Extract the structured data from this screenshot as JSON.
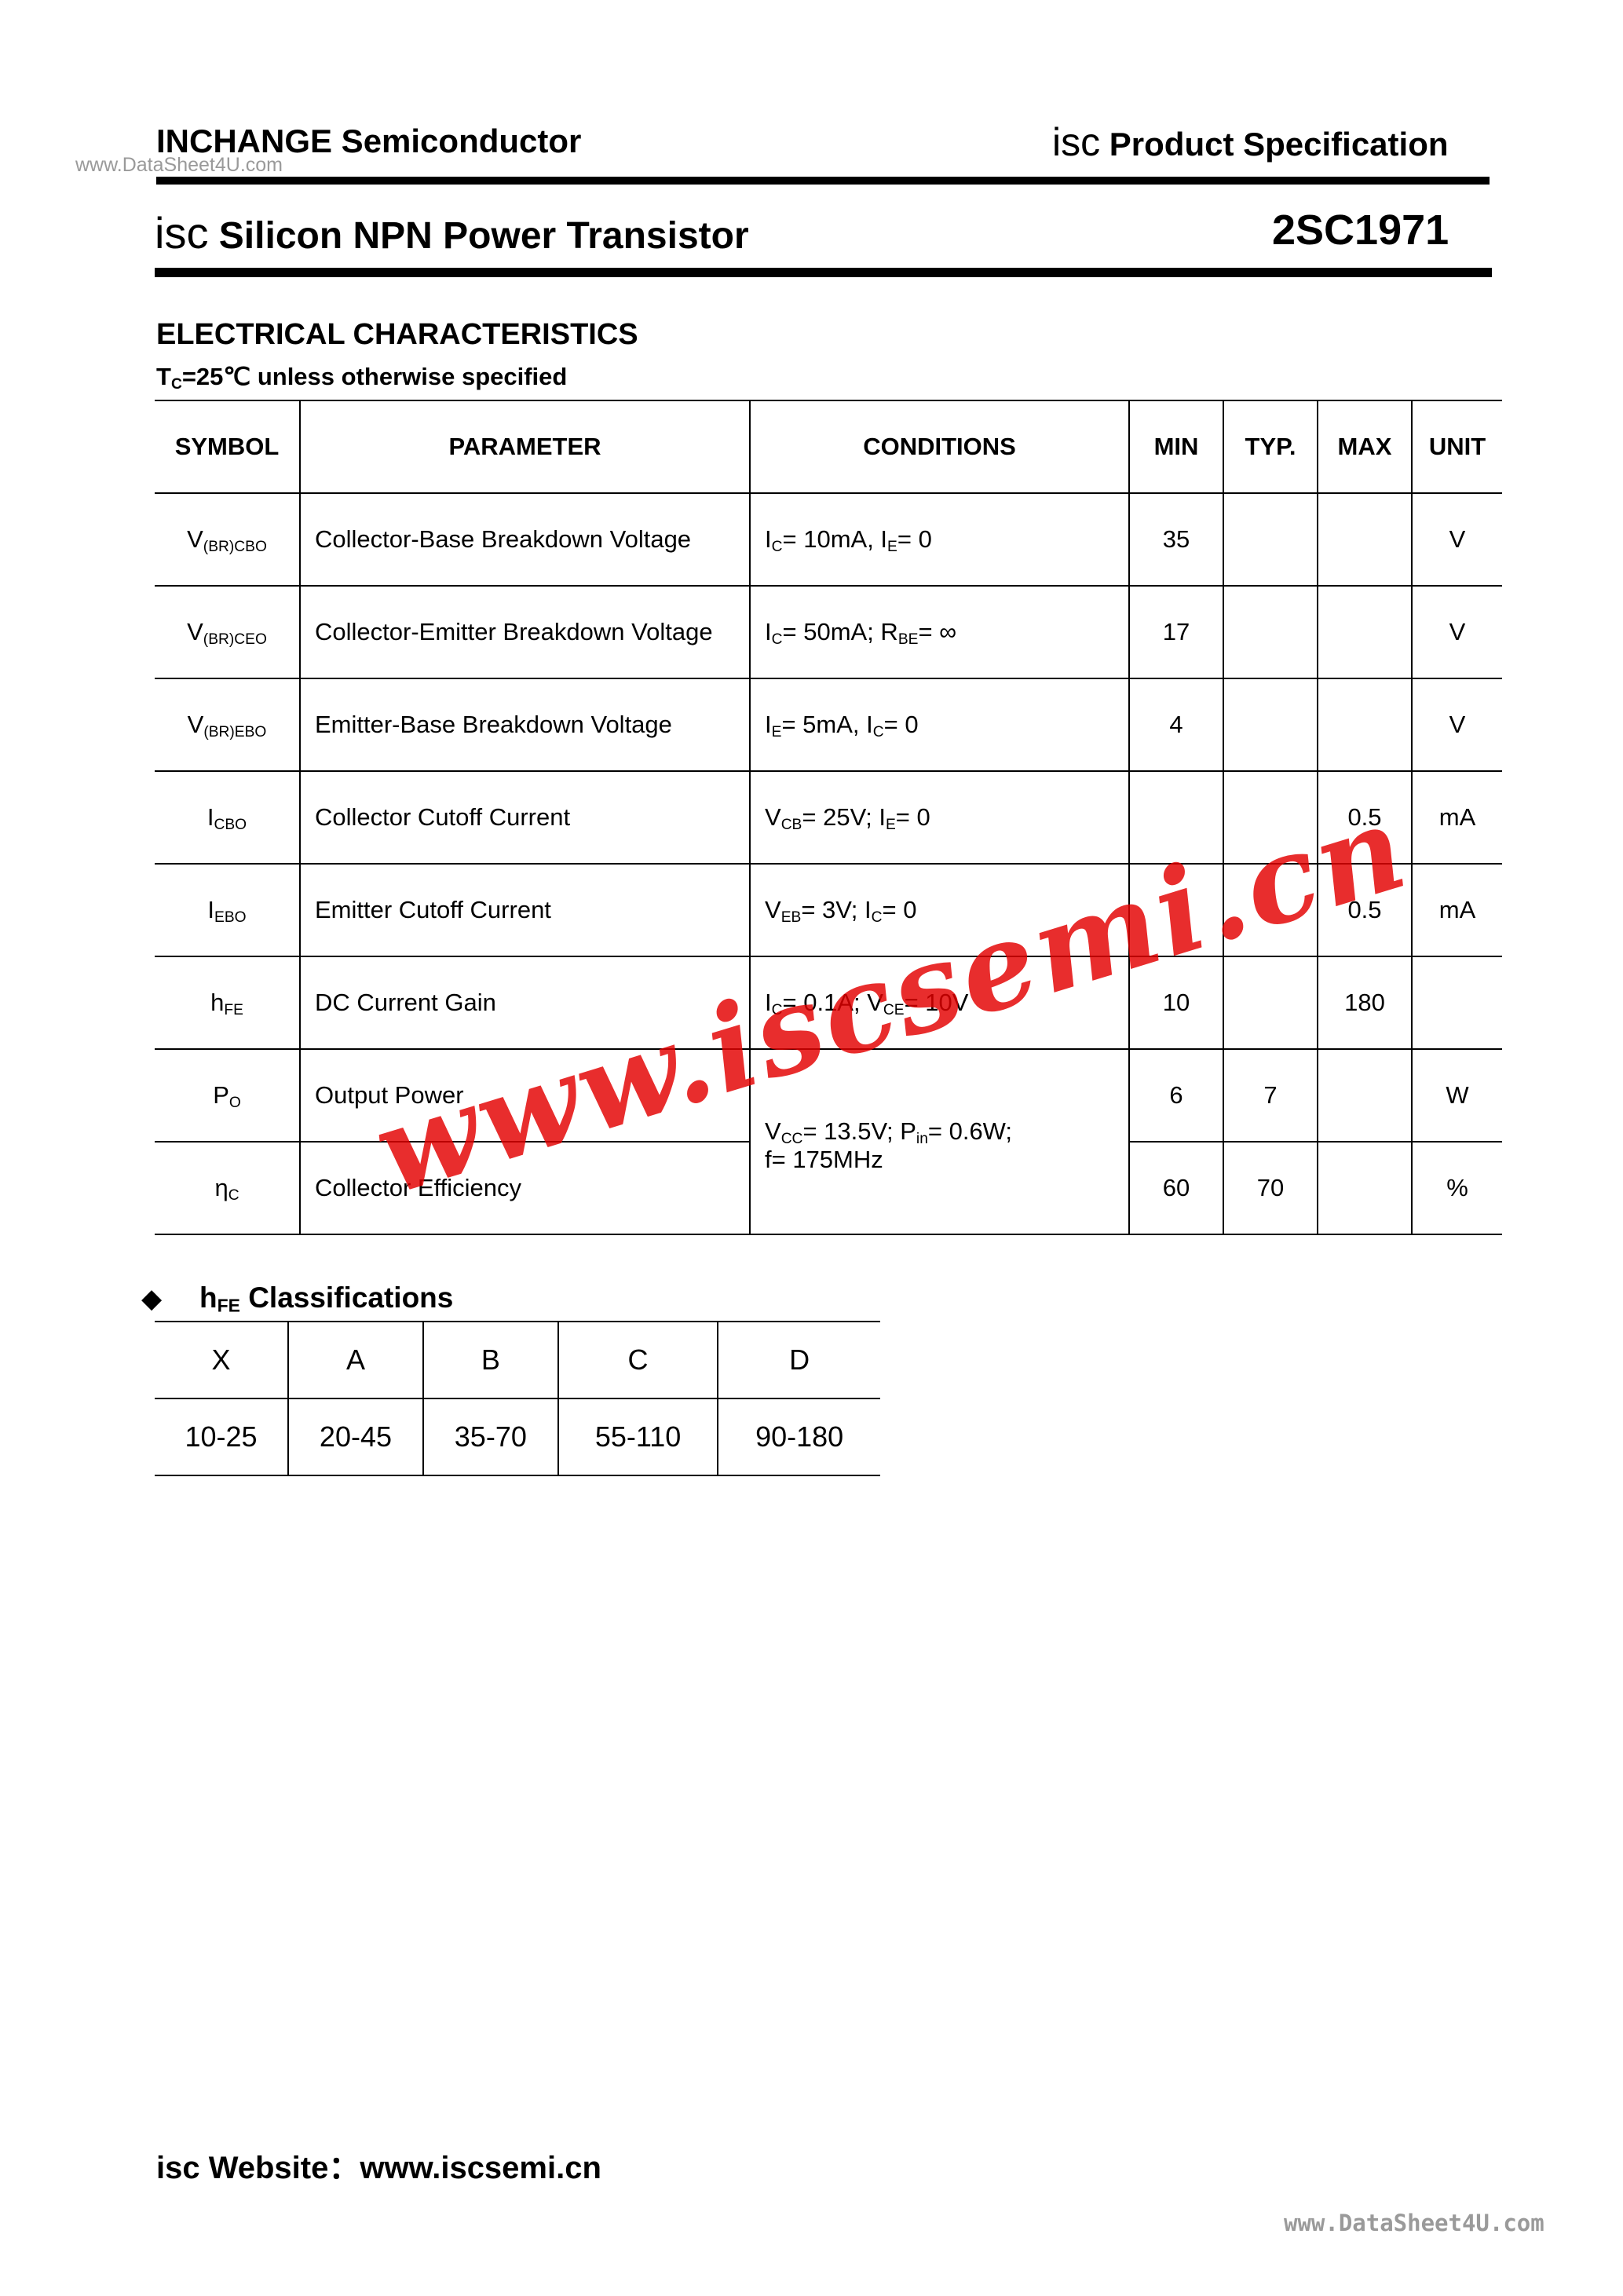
{
  "header": {
    "watermark_top": "www.DataSheet4U.com",
    "company": "INCHANGE Semiconductor",
    "brand_prefix": "isc",
    "spec_label": " Product Specification"
  },
  "title": {
    "brand_prefix": "isc",
    "product": " Silicon NPN Power Transistor",
    "part_number": "2SC1971"
  },
  "section": {
    "title": "ELECTRICAL CHARACTERISTICS",
    "condition_prefix": "T",
    "condition_sub": "C",
    "condition_rest": "=25℃  unless otherwise specified"
  },
  "table": {
    "headers": [
      "SYMBOL",
      "PARAMETER",
      "CONDITIONS",
      "MIN",
      "TYP.",
      "MAX",
      "UNIT"
    ],
    "rows": [
      {
        "sym": "V",
        "sym_sub": "(BR)CBO",
        "param": "Collector-Base Breakdown Voltage",
        "min": "35",
        "typ": "",
        "max": "",
        "unit": "V"
      },
      {
        "sym": "V",
        "sym_sub": "(BR)CEO",
        "param": "Collector-Emitter Breakdown Voltage",
        "min": "17",
        "typ": "",
        "max": "",
        "unit": "V"
      },
      {
        "sym": "V",
        "sym_sub": "(BR)EBO",
        "param": "Emitter-Base Breakdown Voltage",
        "min": "4",
        "typ": "",
        "max": "",
        "unit": "V"
      },
      {
        "sym": "I",
        "sym_sub": "CBO",
        "param": "Collector Cutoff Current",
        "min": "",
        "typ": "",
        "max": "0.5",
        "unit": "mA"
      },
      {
        "sym": "I",
        "sym_sub": "EBO",
        "param": "Emitter Cutoff Current",
        "min": "",
        "typ": "",
        "max": "0.5",
        "unit": "mA"
      },
      {
        "sym": "h",
        "sym_sub": "FE",
        "param": "DC Current Gain",
        "min": "10",
        "typ": "",
        "max": "180",
        "unit": ""
      },
      {
        "sym": "P",
        "sym_sub": "O",
        "param": "Output Power",
        "min": "6",
        "typ": "7",
        "max": "",
        "unit": "W"
      },
      {
        "sym": "η",
        "sym_sub": "C",
        "param": "Collector Efficiency",
        "min": "60",
        "typ": "70",
        "max": "",
        "unit": "%"
      }
    ],
    "conditions": {
      "r1": {
        "a": "I",
        "a_sub": "C",
        "b": "= 10mA, I",
        "b_sub": "E",
        "c": "= 0"
      },
      "r2": {
        "a": "I",
        "a_sub": "C",
        "b": "= 50mA; R",
        "b_sub": "BE",
        "c": "=  ∞"
      },
      "r3": {
        "a": "I",
        "a_sub": "E",
        "b": "= 5mA, I",
        "b_sub": "C",
        "c": "= 0"
      },
      "r4": {
        "a": "V",
        "a_sub": "CB",
        "b": "= 25V; I",
        "b_sub": "E",
        "c": "= 0"
      },
      "r5": {
        "a": "V",
        "a_sub": "EB",
        "b": "= 3V; I",
        "b_sub": "C",
        "c": "= 0"
      },
      "r6": {
        "a": "I",
        "a_sub": "C",
        "b": "= 0.1A; V",
        "b_sub": "CE",
        "c": "= 10V"
      },
      "r78": {
        "a": "V",
        "a_sub": "CC",
        "b": "= 13.5V; P",
        "b_sub": "in",
        "c": "= 0.6W;",
        "line2": "f= 175MHz"
      }
    }
  },
  "classification": {
    "bullet": "◆",
    "title_prefix": "h",
    "title_sub": "FE",
    "title_rest": " Classifications",
    "grades": [
      "X",
      "A",
      "B",
      "C",
      "D"
    ],
    "ranges": [
      "10-25",
      "20-45",
      "35-70",
      "55-110",
      "90-180"
    ]
  },
  "watermark": {
    "text": "www.iscsemi.cn",
    "color": "#e30000"
  },
  "footer": {
    "label": "isc Website：",
    "url": "www.iscsemi.cn",
    "watermark_bottom": "www.DataSheet4U.com"
  }
}
